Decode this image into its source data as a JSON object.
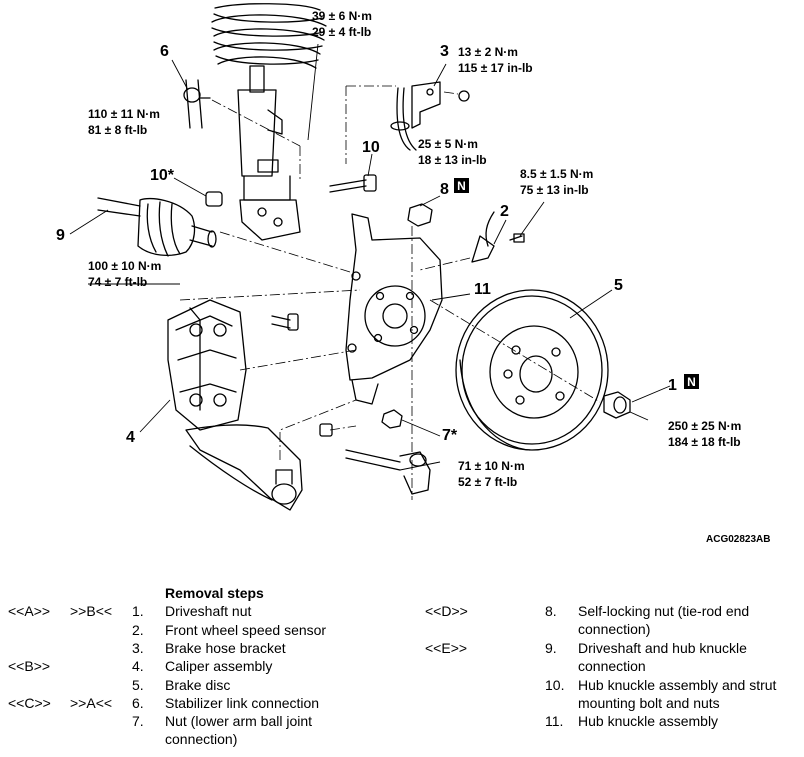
{
  "diagram": {
    "code": "ACG02823AB",
    "callouts": [
      {
        "label": "1",
        "badge": "N"
      },
      {
        "label": "2"
      },
      {
        "label": "3"
      },
      {
        "label": "4"
      },
      {
        "label": "5"
      },
      {
        "label": "6"
      },
      {
        "label": "7*"
      },
      {
        "label": "8",
        "badge": "N"
      },
      {
        "label": "9"
      },
      {
        "label": "10"
      },
      {
        "label": "10*"
      },
      {
        "label": "11"
      }
    ],
    "torques": [
      {
        "nm": "39 ± 6 N·m",
        "imp": "29 ± 4 ft-lb"
      },
      {
        "nm": "13 ± 2 N·m",
        "imp": "115 ± 17 in-lb"
      },
      {
        "nm": "110 ± 11 N·m",
        "imp": "81 ± 8 ft-lb"
      },
      {
        "nm": "25 ± 5 N·m",
        "imp": "18 ± 13 in-lb"
      },
      {
        "nm": "8.5 ± 1.5 N·m",
        "imp": "75 ± 13 in-lb"
      },
      {
        "nm": "100 ± 10 N·m",
        "imp": "74 ± 7 ft-lb"
      },
      {
        "nm": "250 ± 25 N·m",
        "imp": "184 ± 18 ft-lb"
      },
      {
        "nm": "71 ± 10 N·m",
        "imp": "52 ± 7 ft-lb"
      }
    ]
  },
  "removal": {
    "heading": "Removal steps",
    "steps": [
      {
        "c1": "<<A>>",
        "c2": ">>B<<",
        "num": "1.",
        "text": "Driveshaft nut"
      },
      {
        "c1": "",
        "c2": "",
        "num": "2.",
        "text": "Front wheel speed sensor"
      },
      {
        "c1": "",
        "c2": "",
        "num": "3.",
        "text": "Brake hose bracket"
      },
      {
        "c1": "<<B>>",
        "c2": "",
        "num": "4.",
        "text": "Caliper assembly"
      },
      {
        "c1": "",
        "c2": "",
        "num": "5.",
        "text": "Brake disc"
      },
      {
        "c1": "<<C>>",
        "c2": ">>A<<",
        "num": "6.",
        "text": "Stabilizer link connection"
      },
      {
        "c1": "",
        "c2": "",
        "num": "7.",
        "text": "Nut (lower arm ball joint",
        "text2": "connection)"
      },
      {
        "c1": "<<D>>",
        "c2": "",
        "num": "8.",
        "text": "Self-locking nut (tie-rod end",
        "text2": "connection)"
      },
      {
        "c1": "<<E>>",
        "c2": "",
        "num": "9.",
        "text": "Driveshaft and hub knuckle",
        "text2": "connection"
      },
      {
        "c1": "",
        "c2": "",
        "num": "10.",
        "text": "Hub knuckle assembly and strut",
        "text2": "mounting bolt and nuts"
      },
      {
        "c1": "",
        "c2": "",
        "num": "11.",
        "text": "Hub knuckle assembly"
      }
    ]
  }
}
